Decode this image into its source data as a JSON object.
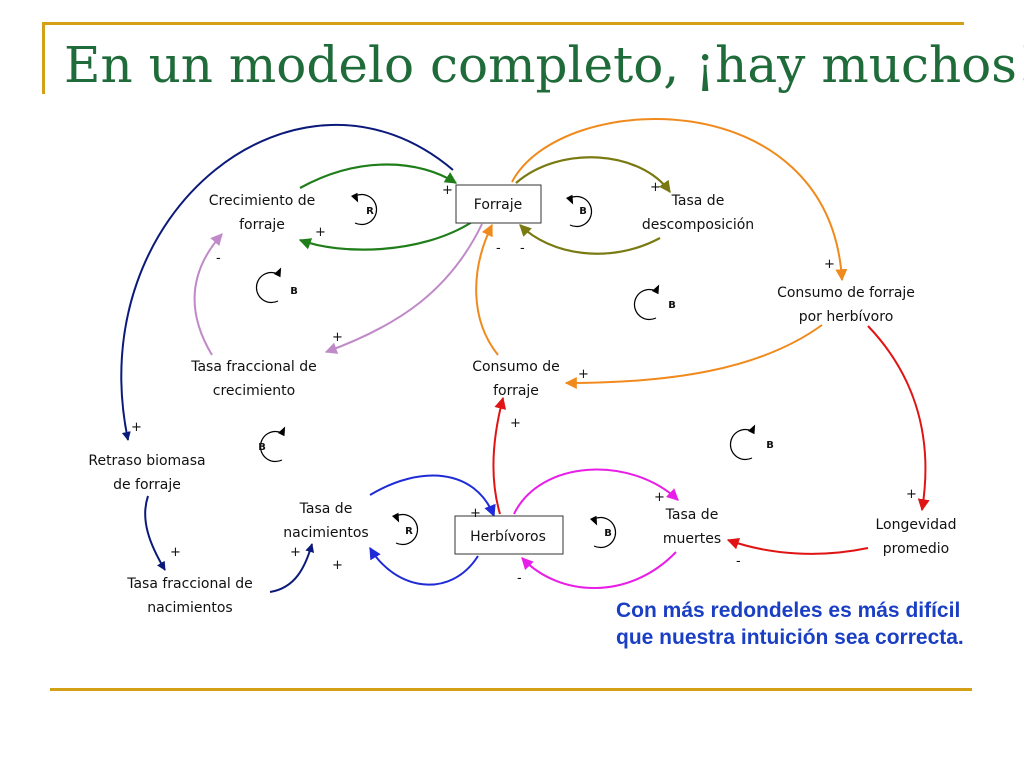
{
  "slide": {
    "title": "En un modelo completo, ¡hay muchos!",
    "note": "Con más redondeles es más difícil que nuestra intuición sea correcta."
  },
  "diagram": {
    "nodes": {
      "forraje": "Forraje",
      "herbivoros": "Herbívoros",
      "crecimiento_1": "Crecimiento de",
      "crecimiento_2": "forraje",
      "tasa_desc_1": "Tasa de",
      "tasa_desc_2": "descomposición",
      "consumo_herb_1": "Consumo de forraje",
      "consumo_herb_2": "por herbívoro",
      "tasa_frac_crec_1": "Tasa fraccional de",
      "tasa_frac_crec_2": "crecimiento",
      "consumo_forraje_1": "Consumo de",
      "consumo_forraje_2": "forraje",
      "retraso_1": "Retraso biomasa",
      "retraso_2": "de forraje",
      "tasa_nac_1": "Tasa de",
      "tasa_nac_2": "nacimientos",
      "tasa_frac_nac_1": "Tasa fraccional de",
      "tasa_frac_nac_2": "nacimientos",
      "tasa_muertes_1": "Tasa de",
      "tasa_muertes_2": "muertes",
      "longevidad_1": "Longevidad",
      "longevidad_2": "promedio"
    },
    "signs": {
      "s1": "+",
      "s2": "+",
      "s3": "-",
      "s4": "-",
      "s5": "+",
      "s6": "-",
      "s7": "+",
      "s8": "+",
      "s9": "+",
      "s10": "+",
      "s11": "+",
      "s12": "+",
      "s13": "+",
      "s14": "+",
      "s15": "+",
      "s16": "+",
      "s17": "+",
      "s18": "-",
      "s19": "-",
      "s20": "+"
    },
    "loops": {
      "l1": "R",
      "l2": "B",
      "l3": "B",
      "l4": "B",
      "l5": "B",
      "l6": "B",
      "l7": "R",
      "l8": "B"
    },
    "colors": {
      "navy": "#0b1a7a",
      "green": "#1f7d1a",
      "olive": "#7a7a12",
      "orange": "#f08a1c",
      "lilac": "#c08ac8",
      "red": "#e01414",
      "blue": "#1e2bd6",
      "magenta": "#e81ee8"
    }
  }
}
